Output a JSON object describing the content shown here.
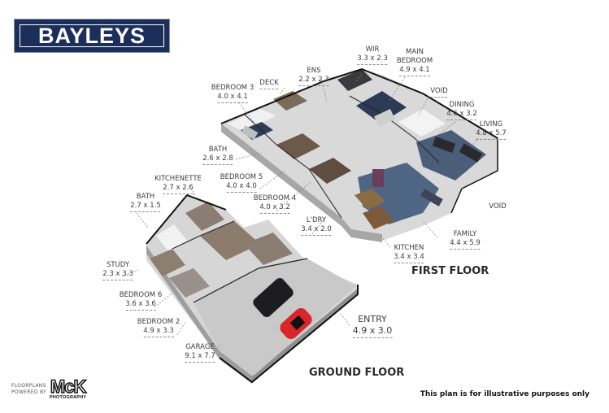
{
  "brand": {
    "logo_text": "BAYLEYS",
    "colors": {
      "logo_bg": "#1c2f5a",
      "logo_text": "#ffffff"
    }
  },
  "floors": {
    "first_floor": {
      "title": "FIRST FLOOR",
      "rooms": [
        {
          "name": "WIR",
          "dims": "3.3 x 2.3"
        },
        {
          "name": "MAIN",
          "name2": "BEDROOM",
          "dims": "4.9 x 4.1"
        },
        {
          "name": "ENS",
          "dims": "2.2 x 2.3"
        },
        {
          "name": "DECK",
          "dims": ""
        },
        {
          "name": "BEDROOM 3",
          "dims": "4.0 x 4.1"
        },
        {
          "name": "VOID",
          "dims": ""
        },
        {
          "name": "DINING",
          "dims": "4.6 x 3.2"
        },
        {
          "name": "LIVING",
          "dims": "4.8 x 5.7"
        },
        {
          "name": "BATH",
          "dims": "2.6 x 2.8"
        },
        {
          "name": "BEDROOM 5",
          "dims": "4.0 x 4.0"
        },
        {
          "name": "BEDROOM 4",
          "dims": "4.0 x 3.2"
        },
        {
          "name": "L'DRY",
          "dims": "3.4 x 2.0"
        },
        {
          "name": "VOID",
          "dims": ""
        },
        {
          "name": "FAMILY",
          "dims": "4.4 x 5.9"
        },
        {
          "name": "KITCHEN",
          "dims": "3.4 x 3.4"
        }
      ]
    },
    "ground_floor": {
      "title": "GROUND FLOOR",
      "rooms": [
        {
          "name": "KITCHENETTE",
          "dims": "2.7 x 2.6"
        },
        {
          "name": "BATH",
          "dims": "2.7 x 1.5"
        },
        {
          "name": "STUDY",
          "dims": "2.3 x 3.3"
        },
        {
          "name": "BEDROOM 6",
          "dims": "3.6 x 3.6"
        },
        {
          "name": "BEDROOM 2",
          "dims": "4.9 x 3.3"
        },
        {
          "name": "GARAGE",
          "dims": "9.1 x 7.7"
        },
        {
          "name": "ENTRY",
          "dims": "4.9 x 3.0"
        }
      ]
    }
  },
  "footer": {
    "credit_line1": "FLOORPLANS",
    "credit_line2": "POWERED BY",
    "credit_brand": "McK",
    "credit_brand_sub": "PHOTOGRAPHY",
    "disclaimer": "This plan is for illustrative purposes only"
  }
}
